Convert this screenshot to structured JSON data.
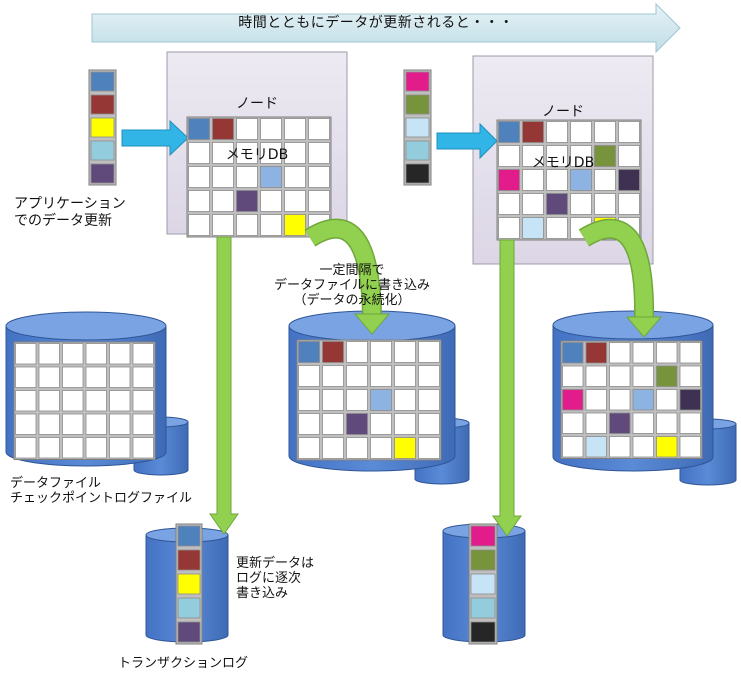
{
  "banner": {
    "text": "時間とともにデータが更新されると・・・"
  },
  "colors": {
    "blue": "#4F81BD",
    "red": "#953735",
    "yellow": "#FFFF00",
    "lightblue": "#93CDDD",
    "purple": "#604A7B",
    "magenta": "#E31C8C",
    "olive": "#77933C",
    "paleblue": "#C6E4F6",
    "black": "#262626",
    "cornflower": "#8DB3E2",
    "darkpurple": "#3F3151",
    "node_fill": "#E5E0EC",
    "cylinder": "#5383CE",
    "arrow_cyan": "#31B4E6",
    "arrow_green": "#92D050"
  },
  "nodes": [
    {
      "title": "ノード",
      "subtitle": "メモリDB"
    },
    {
      "title": "ノード",
      "subtitle": "メモリDB"
    }
  ],
  "labels": {
    "app_update": "アプリケーション\nでのデータ更新",
    "periodic_write": "一定間隔で\nデータファイルに書き込み\n（データの永続化）",
    "data_file": "データファイル\nチェックポイントログファイル",
    "log_update": "更新データは\nログに逐次\n書き込み",
    "transaction_log": "トランザクションログ"
  },
  "stacks": {
    "before": [
      "blue",
      "red",
      "yellow",
      "lightblue",
      "purple"
    ],
    "after": [
      "magenta",
      "olive",
      "paleblue",
      "lightblue",
      "black"
    ],
    "log1": [
      "blue",
      "red",
      "yellow",
      "lightblue",
      "purple"
    ],
    "log2": [
      "magenta",
      "olive",
      "paleblue",
      "lightblue",
      "black"
    ]
  },
  "grids": {
    "state1": [
      [
        "blue",
        "red",
        null,
        null,
        null,
        null
      ],
      [
        null,
        null,
        null,
        null,
        null,
        null
      ],
      [
        null,
        null,
        null,
        "cornflower",
        null,
        null
      ],
      [
        null,
        null,
        "purple",
        null,
        null,
        null
      ],
      [
        null,
        null,
        null,
        null,
        "yellow",
        null
      ]
    ],
    "state2": [
      [
        "blue",
        "red",
        null,
        null,
        null,
        null
      ],
      [
        null,
        null,
        null,
        null,
        "olive",
        null
      ],
      [
        "magenta",
        null,
        null,
        "cornflower",
        null,
        "darkpurple"
      ],
      [
        null,
        null,
        "purple",
        null,
        null,
        null
      ],
      [
        null,
        "paleblue",
        null,
        null,
        "yellow",
        null
      ]
    ],
    "empty": [
      [
        null,
        null,
        null,
        null,
        null,
        null
      ],
      [
        null,
        null,
        null,
        null,
        null,
        null
      ],
      [
        null,
        null,
        null,
        null,
        null,
        null
      ],
      [
        null,
        null,
        null,
        null,
        null,
        null
      ],
      [
        null,
        null,
        null,
        null,
        null,
        null
      ]
    ]
  }
}
